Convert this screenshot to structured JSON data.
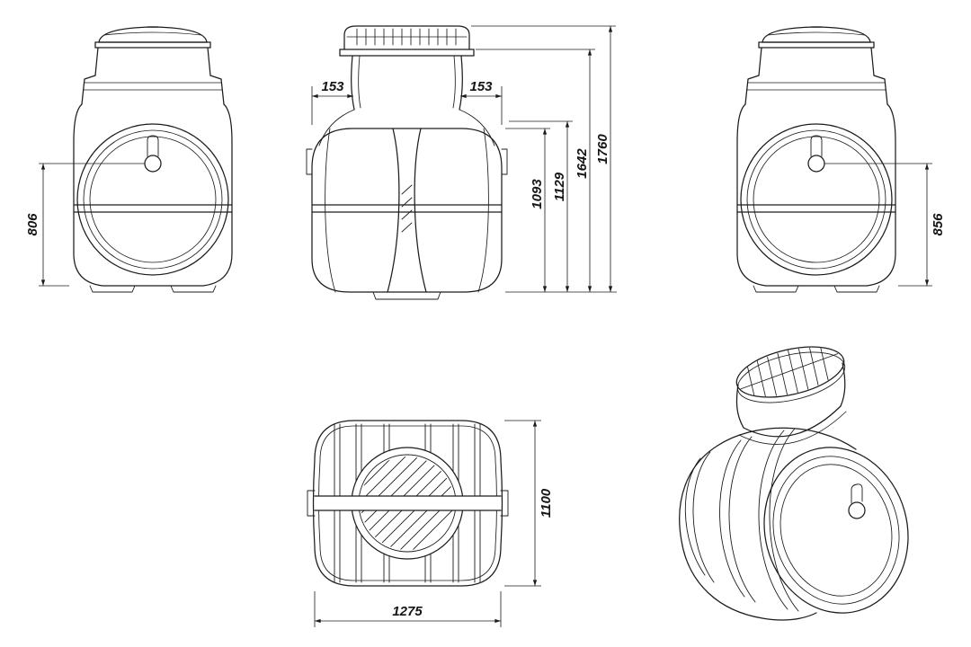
{
  "colors": {
    "line": "#1c1c1c",
    "background": "#ffffff",
    "text": "#151515"
  },
  "dims": {
    "left_view_port_height": "806",
    "front_neck_offset_left": "153",
    "front_neck_offset_right": "153",
    "front_body_height": "1093",
    "front_shoulder_height": "1129",
    "front_neck_height": "1642",
    "front_overall_height": "1760",
    "right_view_port_height": "856",
    "top_view_width": "1100",
    "top_view_length": "1275"
  }
}
